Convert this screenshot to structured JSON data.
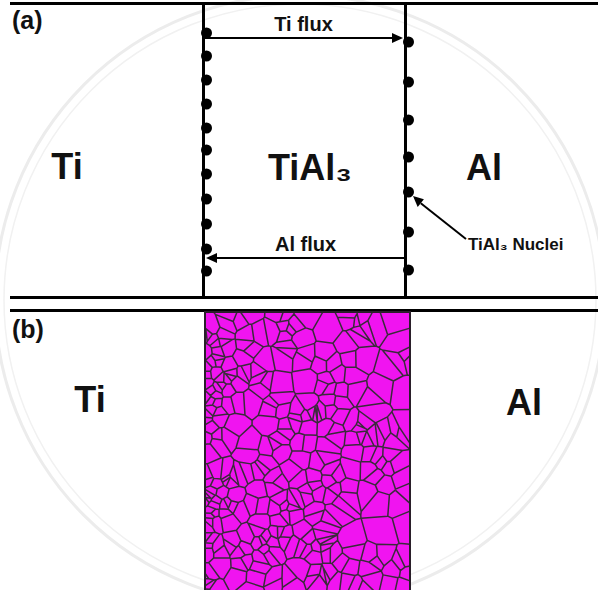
{
  "diagram": {
    "nodes": [
      {
        "text": [
          "(a)"
        ]
      },
      {
        "text": [
          "Ti"
        ],
        "in": 0
      },
      {
        "text": [
          "TiAl₃"
        ],
        "in": 0
      },
      {
        "text": [
          "Al"
        ],
        "in": 0
      },
      {
        "text": [
          "(b)"
        ]
      },
      {
        "text": [
          "Ti"
        ],
        "in": 4
      },
      {
        "text": [
          "Al"
        ],
        "in": 4
      }
    ],
    "edges": [
      {
        "from": 1,
        "to": 3,
        "label": "Ti flux",
        "arrow": "to"
      },
      {
        "from": 3,
        "to": 1,
        "label": "Al flux",
        "arrow": "to"
      }
    ],
    "labels": [
      "TiAl₃ Nuclei"
    ]
  }
}
